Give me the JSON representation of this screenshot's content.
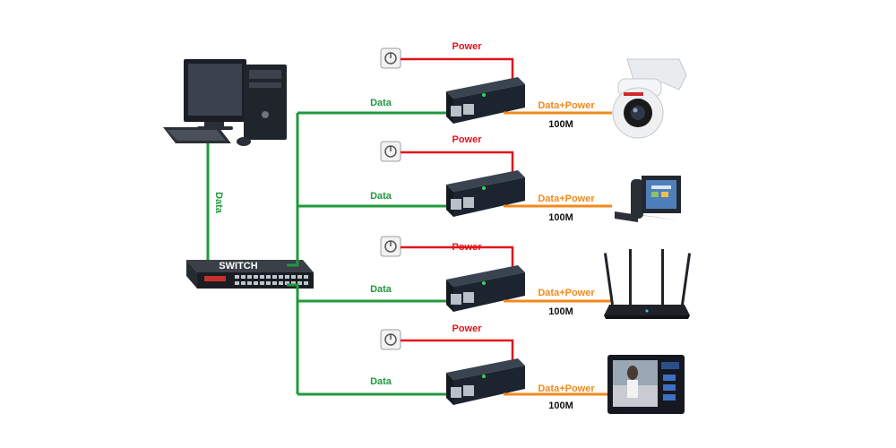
{
  "colors": {
    "power": "#e3131b",
    "data": "#1f9a3d",
    "data_power": "#f08a1c",
    "device_dark": "#1c2430"
  },
  "switch": {
    "label": "SWITCH",
    "uplink_label": "Data"
  },
  "rows": [
    {
      "power_label": "Power",
      "data_label": "Data",
      "dp_label": "Data+Power",
      "speed_label": "100M",
      "device_icon": "ptz-camera-icon"
    },
    {
      "power_label": "Power",
      "data_label": "Data",
      "dp_label": "Data+Power",
      "speed_label": "100M",
      "device_icon": "ip-phone-icon"
    },
    {
      "power_label": "Power",
      "data_label": "Data",
      "dp_label": "Data+Power",
      "speed_label": "100M",
      "device_icon": "wifi-router-icon"
    },
    {
      "power_label": "Power",
      "data_label": "Data",
      "dp_label": "Data+Power",
      "speed_label": "100M",
      "device_icon": "video-intercom-icon"
    }
  ]
}
